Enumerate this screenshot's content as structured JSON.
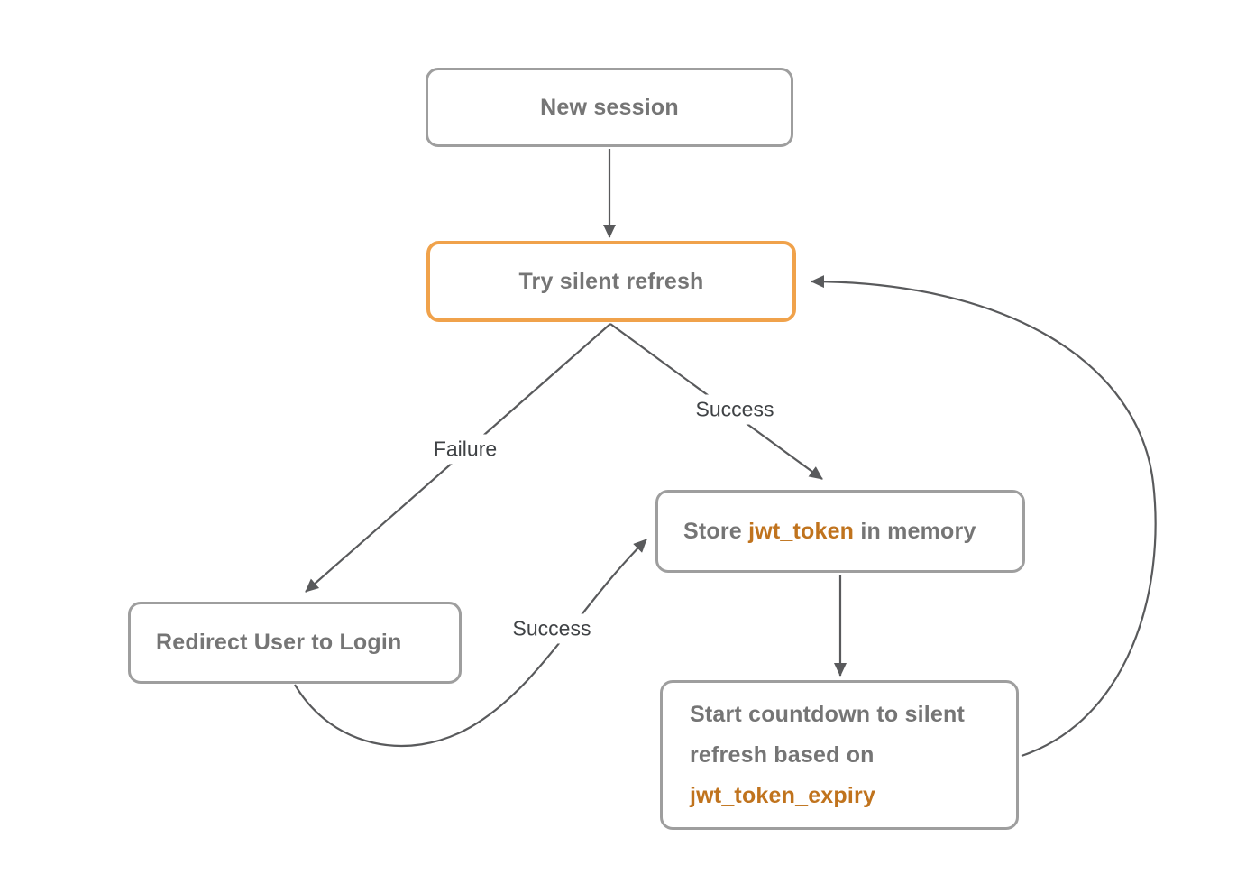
{
  "diagram": {
    "type": "flowchart",
    "nodes": {
      "new_session": {
        "label": "New session"
      },
      "try_silent_refresh": {
        "label": "Try silent refresh"
      },
      "redirect_login": {
        "label": "Redirect User to Login"
      },
      "store_token": {
        "pre": "Store ",
        "token": "jwt_token",
        "post": " in memory"
      },
      "start_countdown": {
        "line1": "Start countdown to silent",
        "line2": "refresh based on",
        "line3": "jwt_token_expiry"
      }
    },
    "edge_labels": {
      "failure": "Failure",
      "success_refresh": "Success",
      "success_login": "Success"
    },
    "edges": [
      {
        "from": "new_session",
        "to": "try_silent_refresh",
        "label": ""
      },
      {
        "from": "try_silent_refresh",
        "to": "redirect_login",
        "label": "Failure"
      },
      {
        "from": "try_silent_refresh",
        "to": "store_token",
        "label": "Success"
      },
      {
        "from": "redirect_login",
        "to": "store_token",
        "label": "Success"
      },
      {
        "from": "store_token",
        "to": "start_countdown",
        "label": ""
      },
      {
        "from": "start_countdown",
        "to": "try_silent_refresh",
        "label": ""
      }
    ],
    "colors": {
      "node_border": "#9e9e9e",
      "accent_border": "#f0a24b",
      "node_text": "#757575",
      "accent_text": "#c0731d",
      "edge": "#595a5c",
      "edge_label_text": "#3f4245",
      "background": "#ffffff"
    }
  }
}
